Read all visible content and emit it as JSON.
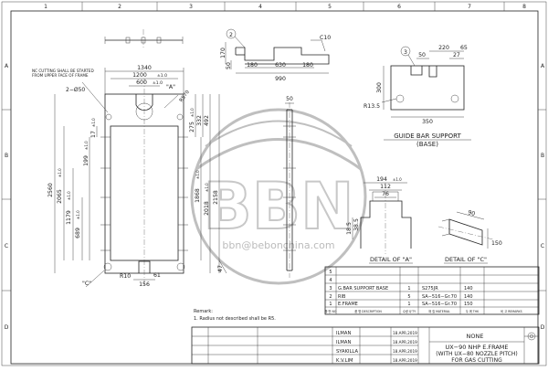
{
  "frame": {
    "rows": [
      "A",
      "B",
      "C",
      "D"
    ],
    "cols": [
      "1",
      "2",
      "3",
      "4",
      "5",
      "6",
      "7",
      "8"
    ]
  },
  "dims": {
    "top": {
      "d1340": "1340",
      "d1200": "1200",
      "d1200tol": "±1.0",
      "d600": "600",
      "d600tol": "±1.0"
    },
    "left": {
      "d2560": "2560",
      "d2065": "2065",
      "d2065tol": "±1.0",
      "d1179": "1179",
      "d1179tol": "±1.0",
      "d689": "689",
      "d689tol": "±1.0",
      "d199": "199",
      "d199tol": "±1.0",
      "d17": "17",
      "d17tol": "±1.0"
    },
    "right": {
      "d275": "275",
      "d275tol": "±1.0",
      "d332": "332",
      "d492": "492",
      "d1868": "1868",
      "d1868tol": "±1.0",
      "d2018": "2018",
      "d2018tol": "±1.0",
      "d2158": "2158",
      "d47": "47"
    },
    "bottom": {
      "d156": "156",
      "d61": "61",
      "d10": "10"
    },
    "radii": {
      "r570": "R570",
      "r10": "R10"
    },
    "hole": "2−Ø50",
    "side_50": "50"
  },
  "notes": {
    "nc_cutting": "NC CUTTING SHALL BE STARTED FROM UPPER FACE OF FRAME",
    "detail_a_tag": "\"A\"",
    "detail_c_tag": "\"C\""
  },
  "rib": {
    "balloon": "2",
    "c10": "C10",
    "d170": "170",
    "d50": "50",
    "d180a": "180",
    "d630": "630",
    "d180b": "180",
    "d990": "990"
  },
  "guide_bar": {
    "balloon": "3",
    "d220": "220",
    "d65": "65",
    "d27": "27",
    "d50": "50",
    "d300": "300",
    "r135": "R13.5",
    "d350": "350",
    "title1": "GUIDE BAR SUPPORT",
    "title2": "(BASE)"
  },
  "detail_a": {
    "d194": "194",
    "d194tol": "±1.0",
    "d112": "112",
    "d76": "76",
    "d185": "18.5",
    "d385": "38.5",
    "label": "DETAIL OF \"A\""
  },
  "detail_c": {
    "d90": "90",
    "d150": "150",
    "label": "DETAIL OF \"C\""
  },
  "parts": {
    "rows": [
      {
        "no": "5",
        "name": "",
        "qty": "",
        "material": "",
        "dim": ""
      },
      {
        "no": "4",
        "name": "",
        "qty": "",
        "material": "",
        "dim": ""
      },
      {
        "no": "3",
        "name": "G.BAR SUPPORT BASE",
        "qty": "1",
        "material": "S275JR",
        "dim": "140"
      },
      {
        "no": "2",
        "name": "RIB",
        "qty": "5",
        "material": "SA−516−Gr.70",
        "dim": "140"
      },
      {
        "no": "1",
        "name": "E.FRAME",
        "qty": "1",
        "material": "SA−516−Gr.70",
        "dim": "150"
      }
    ],
    "header": {
      "no": "품 번 NO",
      "name": "품 명 DESCRIPTION",
      "qty": "수량 Q'TY",
      "material": "재 질 MATERIAL",
      "dim": "두 께 THK",
      "remarks": "비 고 REMARKS"
    }
  },
  "remark": {
    "title": "Remark:",
    "line1": "1. Radius not described shall be R5."
  },
  "title_block": {
    "names": [
      "ILMAN",
      "ILMAN",
      "SYAKILLA",
      "K.V.LIM"
    ],
    "dates": [
      "18.APR.2019",
      "18.APR.2019",
      "18.APR.2019",
      "18.APR.2019"
    ],
    "scale": "NONE",
    "title1": "UX−90 NHP E.FRAME",
    "title2": "(WITH UX−80 NOZZLE PITCH)",
    "title3": "FOR GAS CUTTING"
  },
  "watermark": {
    "logo": "BBN",
    "email": "bbn@bebonchina.com"
  }
}
